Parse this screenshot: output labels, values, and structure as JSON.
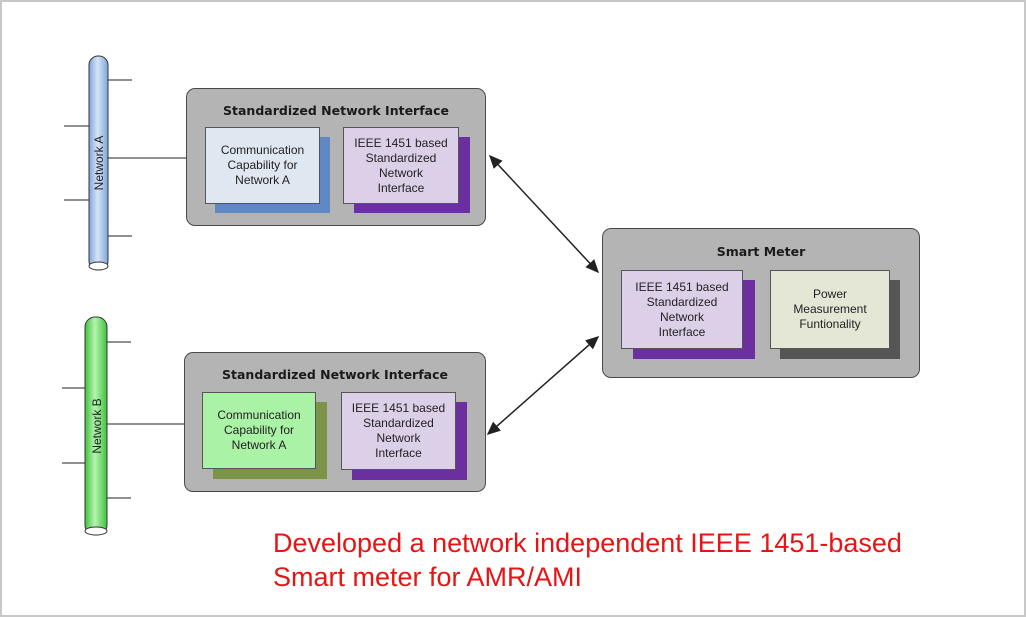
{
  "network_a": {
    "label": "Network A",
    "color": "#a9c6ec"
  },
  "network_b": {
    "label": "Network B",
    "color": "#7ee27a"
  },
  "interface_a": {
    "title": "Standardized Network Interface",
    "comm_box": "Communication\nCapability for\nNetwork A",
    "ieee_box": "IEEE 1451 based\nStandardized\nNetwork\nInterface"
  },
  "interface_b": {
    "title": "Standardized Network Interface",
    "comm_box": "Communication\nCapability for\nNetwork A",
    "ieee_box": "IEEE 1451 based\nStandardized\nNetwork\nInterface"
  },
  "smart_meter": {
    "title": "Smart Meter",
    "ieee_box": "IEEE 1451 based\nStandardized\nNetwork\nInterface",
    "power_box": "Power\nMeasurement\nFuntionality"
  },
  "caption": {
    "line1": "Developed a network independent IEEE 1451-based",
    "line2": "Smart meter for AMR/AMI"
  }
}
